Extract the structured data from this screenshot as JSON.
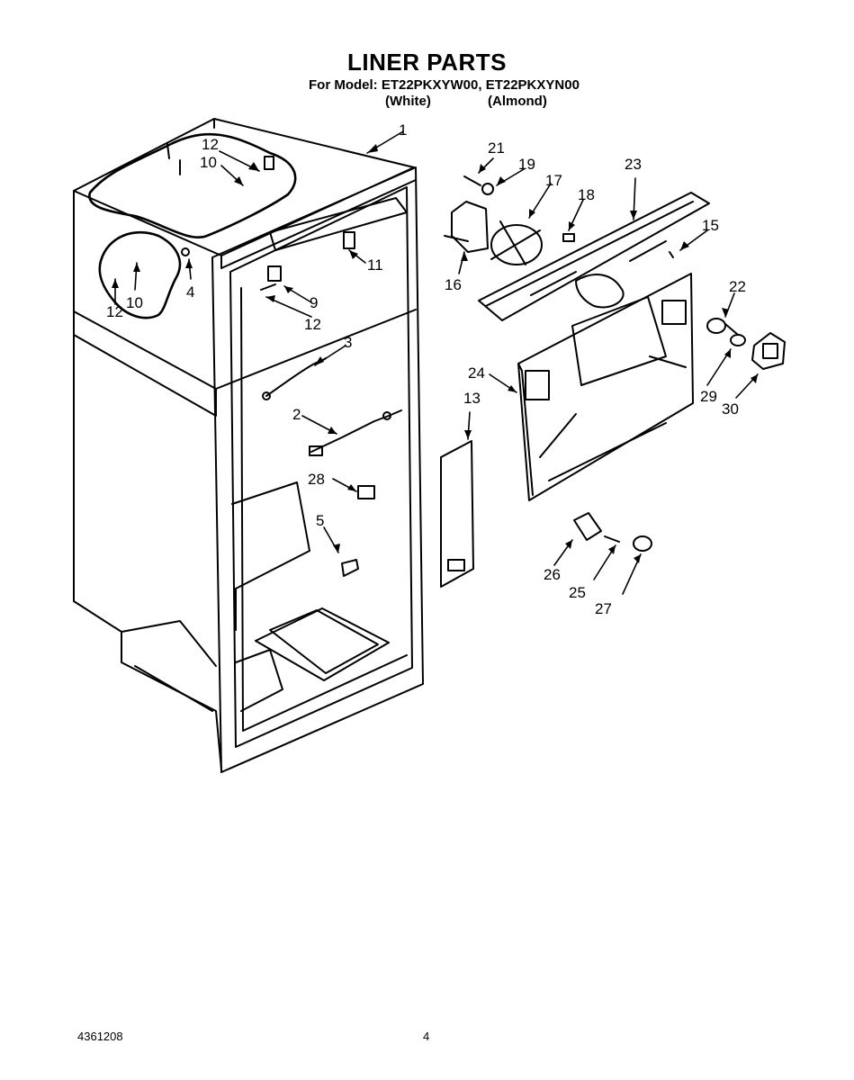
{
  "header": {
    "title": "LINER PARTS",
    "model_line": "For Model: ET22PKXYW00, ET22PKXYN00",
    "variant_white": "(White)",
    "variant_almond": "(Almond)"
  },
  "callouts": [
    "1",
    "12",
    "10",
    "4",
    "10",
    "12",
    "11",
    "9",
    "12",
    "3",
    "2",
    "28",
    "5",
    "21",
    "19",
    "17",
    "18",
    "23",
    "15",
    "16",
    "22",
    "24",
    "13",
    "29",
    "30",
    "26",
    "25",
    "27"
  ],
  "footer": {
    "doc_number": "4361208",
    "page_number": "4"
  }
}
